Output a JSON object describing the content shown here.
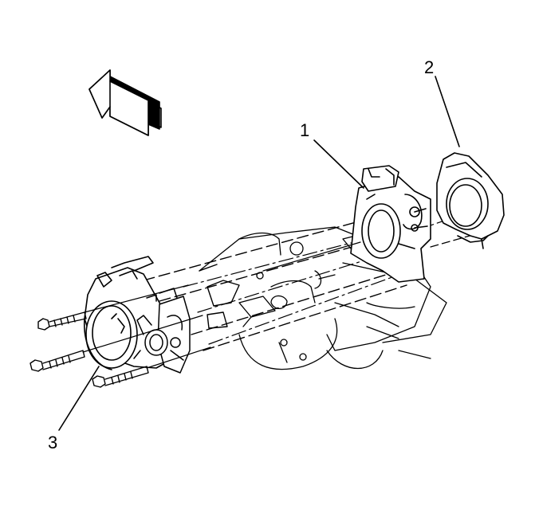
{
  "diagram": {
    "callouts": [
      {
        "id": "1",
        "label": "1"
      },
      {
        "id": "2",
        "label": "2"
      },
      {
        "id": "3",
        "label": "3"
      }
    ],
    "icons": [
      "direction-arrow-icon",
      "bolt-icon"
    ],
    "colors": {
      "line": "#000000",
      "background": "#ffffff"
    }
  }
}
